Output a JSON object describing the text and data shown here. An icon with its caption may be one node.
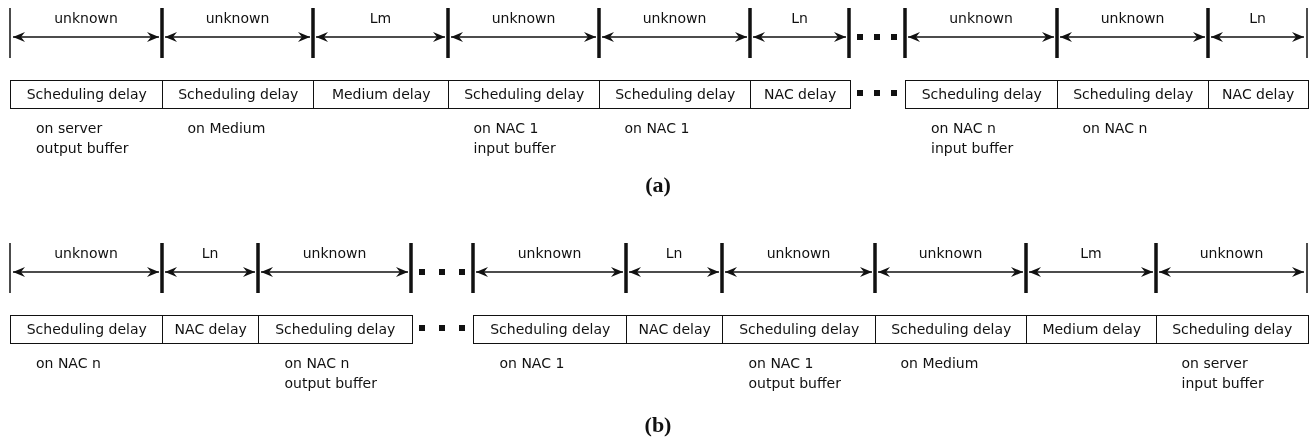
{
  "diagram": {
    "nodes": [
      {
        "text": [
          "Scheduling delay"
        ],
        "beside": [
          "on server output buffer"
        ]
      },
      {
        "text": [
          "Scheduling delay"
        ],
        "beside": [
          "on Medium"
        ]
      },
      {
        "text": [
          "Medium delay"
        ]
      },
      {
        "text": [
          "Scheduling delay"
        ],
        "beside": [
          "on NAC 1 input buffer"
        ]
      },
      {
        "text": [
          "Scheduling delay"
        ],
        "beside": [
          "on NAC 1"
        ]
      },
      {
        "text": [
          "NAC delay"
        ]
      },
      {
        "text": [
          "Scheduling delay"
        ],
        "beside": [
          "on NAC n input buffer"
        ]
      },
      {
        "text": [
          "Scheduling delay"
        ],
        "beside": [
          "on NAC n"
        ]
      },
      {
        "text": [
          "NAC delay"
        ]
      },
      {
        "text": [
          "Scheduling delay"
        ],
        "beside": [
          "on NAC n"
        ]
      },
      {
        "text": [
          "NAC delay"
        ]
      },
      {
        "text": [
          "Scheduling delay"
        ],
        "beside": [
          "on NAC n output buffer"
        ]
      },
      {
        "text": [
          "Scheduling delay"
        ],
        "beside": [
          "on NAC 1"
        ]
      },
      {
        "text": [
          "NAC delay"
        ]
      },
      {
        "text": [
          "Scheduling delay"
        ],
        "beside": [
          "on NAC 1 output buffer"
        ]
      },
      {
        "text": [
          "Scheduling delay"
        ],
        "beside": [
          "on Medium"
        ]
      },
      {
        "text": [
          "Medium delay"
        ]
      },
      {
        "text": [
          "Scheduling delay"
        ],
        "beside": [
          "on server input buffer"
        ]
      }
    ],
    "labels": [
      "unknown",
      "unknown",
      "Lm",
      "unknown",
      "unknown",
      "Ln",
      "unknown",
      "unknown",
      "Ln",
      "(a)",
      "unknown",
      "Ln",
      "unknown",
      "unknown",
      "Ln",
      "unknown",
      "unknown",
      "Lm",
      "unknown",
      "(b)"
    ]
  }
}
